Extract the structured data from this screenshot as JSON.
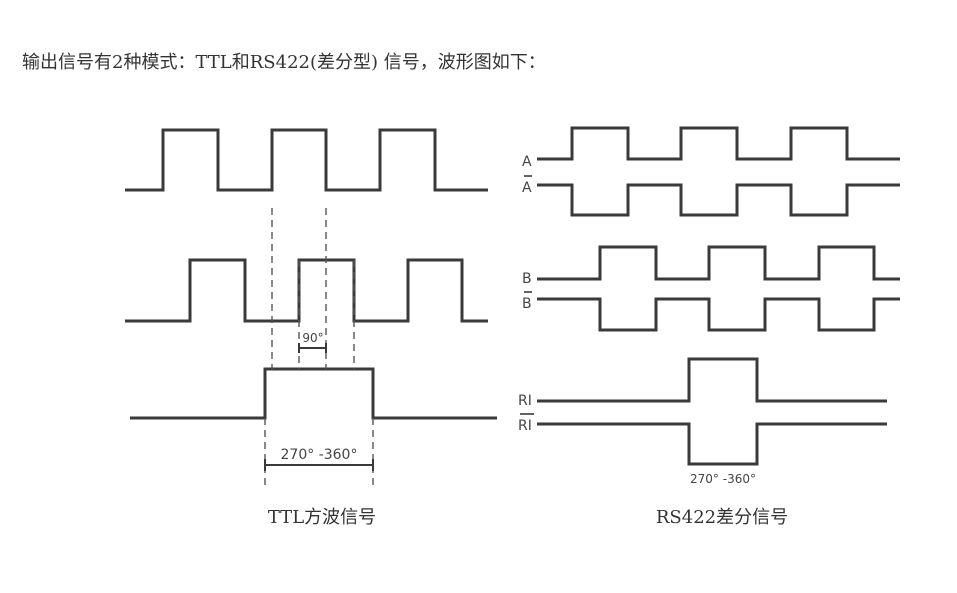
{
  "intro_text": "输出信号有2种模式：TTL和RS422(差分型) 信号，波形图如下：",
  "ttl": {
    "caption": "TTL方波信号",
    "phase_label": "90°",
    "index_label": "270° -360°"
  },
  "rs422": {
    "caption": "RS422差分信号",
    "labels": {
      "a": "A",
      "a_bar": "A",
      "b": "B",
      "b_bar": "B",
      "ri": "RI",
      "ri_bar": "RI"
    },
    "index_label": "270° -360°"
  }
}
